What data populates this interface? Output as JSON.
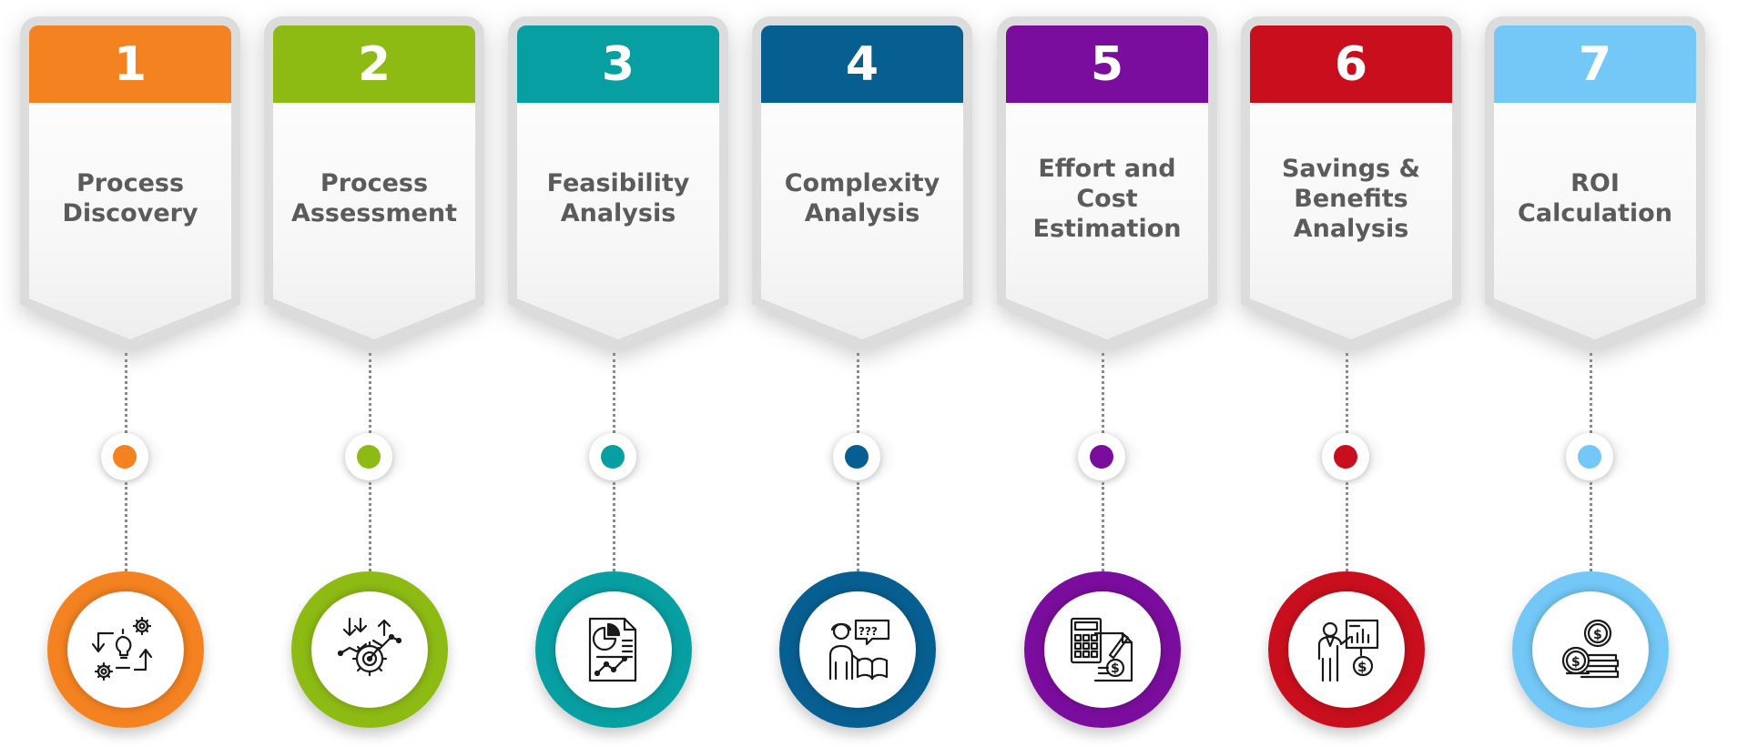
{
  "steps": [
    {
      "number": "1",
      "title": "Process\nDiscovery",
      "color": "#F58220",
      "icon": "process-discovery-icon"
    },
    {
      "number": "2",
      "title": "Process\nAssessment",
      "color": "#8DBB14",
      "icon": "process-assessment-icon"
    },
    {
      "number": "3",
      "title": "Feasibility\nAnalysis",
      "color": "#089FA3",
      "icon": "feasibility-analysis-icon"
    },
    {
      "number": "4",
      "title": "Complexity\nAnalysis",
      "color": "#075F91",
      "icon": "complexity-analysis-icon"
    },
    {
      "number": "5",
      "title": "Effort and\nCost\nEstimation",
      "color": "#7B0D9E",
      "icon": "effort-cost-estimation-icon"
    },
    {
      "number": "6",
      "title": "Savings &\nBenefits\nAnalysis",
      "color": "#C90F1D",
      "icon": "savings-benefits-analysis-icon"
    },
    {
      "number": "7",
      "title": "ROI\nCalculation",
      "color": "#73C8F7",
      "icon": "roi-calculation-icon"
    }
  ]
}
